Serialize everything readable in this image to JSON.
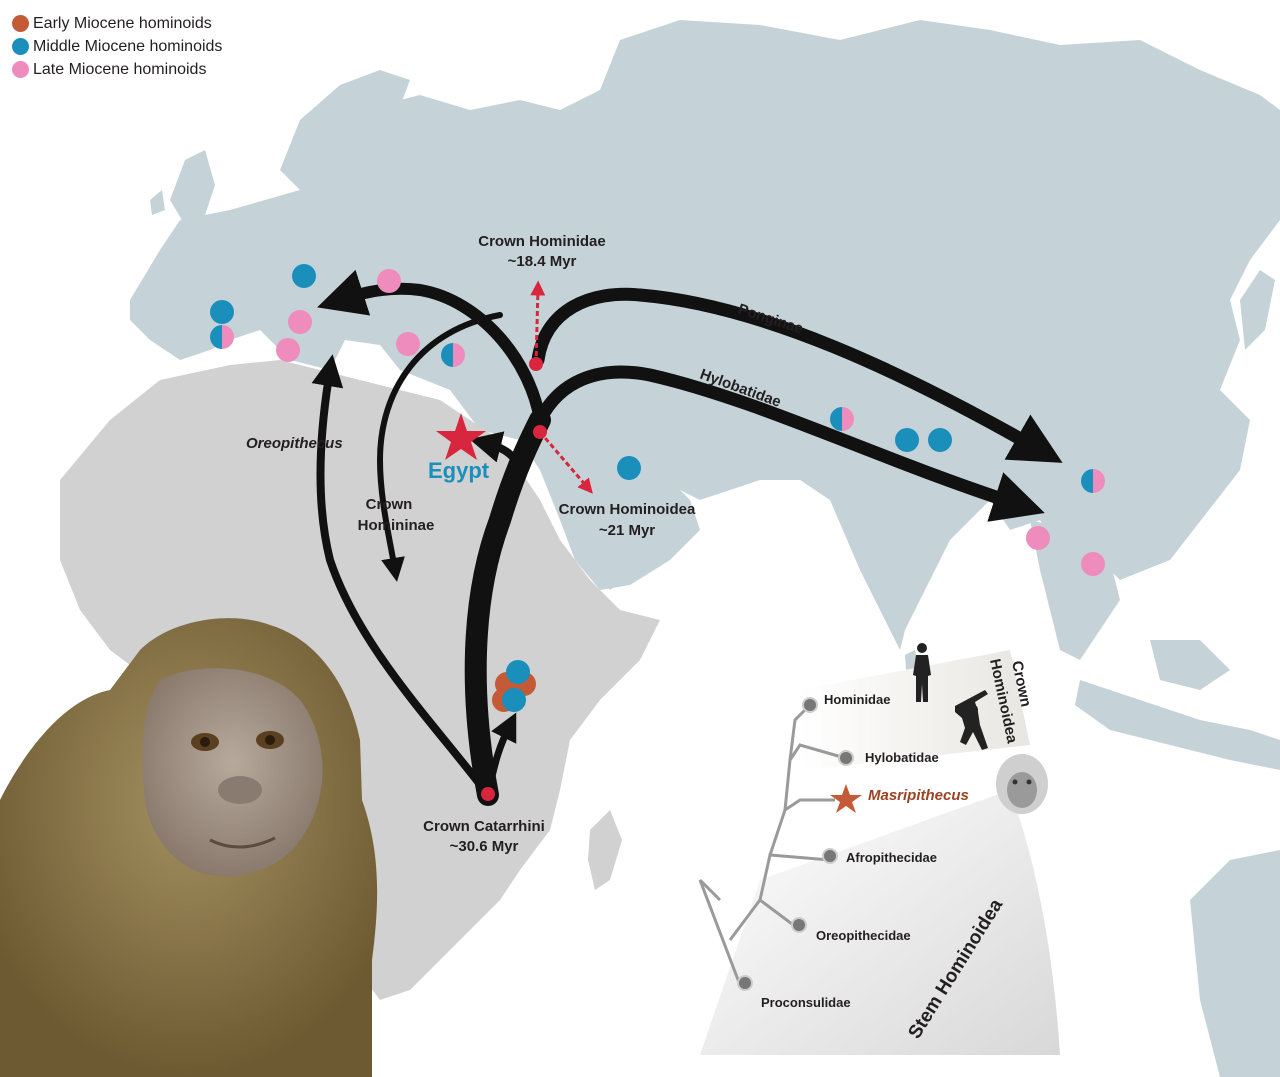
{
  "legend": [
    {
      "label": "Early Miocene hominoids",
      "color": "#c45a36"
    },
    {
      "label": "Middle Miocene hominoids",
      "color": "#1a8fbc"
    },
    {
      "label": "Late Miocene hominoids",
      "color": "#ee8cbd"
    }
  ],
  "map": {
    "land_eurasia_color": "#c5d3d8",
    "land_africa_color": "#d1d1d1",
    "labels": {
      "egypt": "Egypt",
      "crown_hominidae": "Crown Hominidae",
      "crown_hominidae_age": "~18.4 Myr",
      "crown_hominoidea": "Crown Hominoidea",
      "crown_hominoidea_age": "~21 Myr",
      "crown_catarrhini": "Crown Catarrhini",
      "crown_catarrhini_age": "~30.6 Myr",
      "crown_homininae_1": "Crown",
      "crown_homininae_2": "Homininae",
      "oreopithecus": "Oreopithecus",
      "ponginae": "Ponginae",
      "hylobatidae": "Hylobatidae"
    }
  },
  "tree": {
    "taxa": {
      "hominidae": "Hominidae",
      "hylobatidae": "Hylobatidae",
      "masripithecus": "Masripithecus",
      "afropithecidae": "Afropithecidae",
      "oreopithecidae": "Oreopithecidae",
      "proconsulidae": "Proconsulidae"
    },
    "crown_label_1": "Crown",
    "crown_label_2": "Hominoidea",
    "stem_label": "Stem Hominoidea"
  },
  "colors": {
    "star": "#d7263d",
    "masripithecus_text": "#9c4323",
    "egypt_text": "#1a8fbc",
    "node_red": "#d7263d",
    "arrow": "#111111"
  }
}
